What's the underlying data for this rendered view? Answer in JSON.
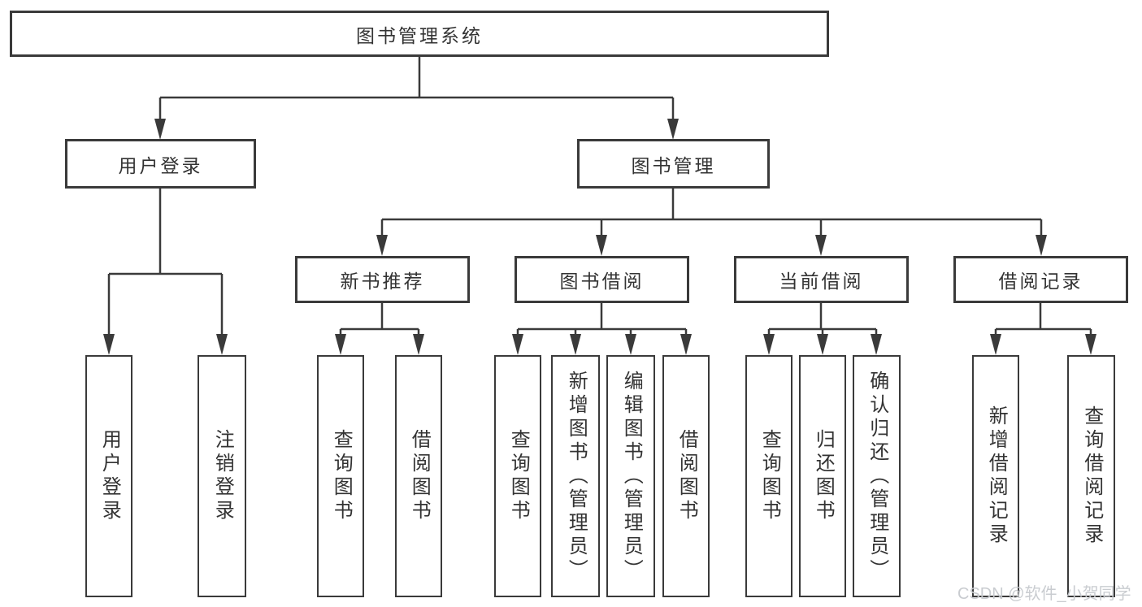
{
  "root": {
    "label": "图书管理系统"
  },
  "branches": [
    {
      "label": "用户登录",
      "children": [
        {
          "label": "用户登录"
        },
        {
          "label": "注销登录"
        }
      ]
    },
    {
      "label": "图书管理",
      "children": [
        {
          "label": "新书推荐",
          "children": [
            {
              "label": "查询图书"
            },
            {
              "label": "借阅图书"
            }
          ]
        },
        {
          "label": "图书借阅",
          "children": [
            {
              "label": "查询图书"
            },
            {
              "label": "新增图书（管理员）"
            },
            {
              "label": "编辑图书（管理员）"
            },
            {
              "label": "借阅图书"
            }
          ]
        },
        {
          "label": "当前借阅",
          "children": [
            {
              "label": "查询图书"
            },
            {
              "label": "归还图书"
            },
            {
              "label": "确认归还（管理员）"
            }
          ]
        },
        {
          "label": "借阅记录",
          "children": [
            {
              "label": "新增借阅记录"
            },
            {
              "label": "查询借阅记录"
            }
          ]
        }
      ]
    }
  ],
  "watermark": "CSDN @软件_小贺同学",
  "colors": {
    "background": "#ffffff",
    "line": "#3a3a3a",
    "box_border": "#3a3a3a",
    "box_fill": "#ffffff",
    "text": "#333333",
    "watermark": "#c6c9cd"
  }
}
